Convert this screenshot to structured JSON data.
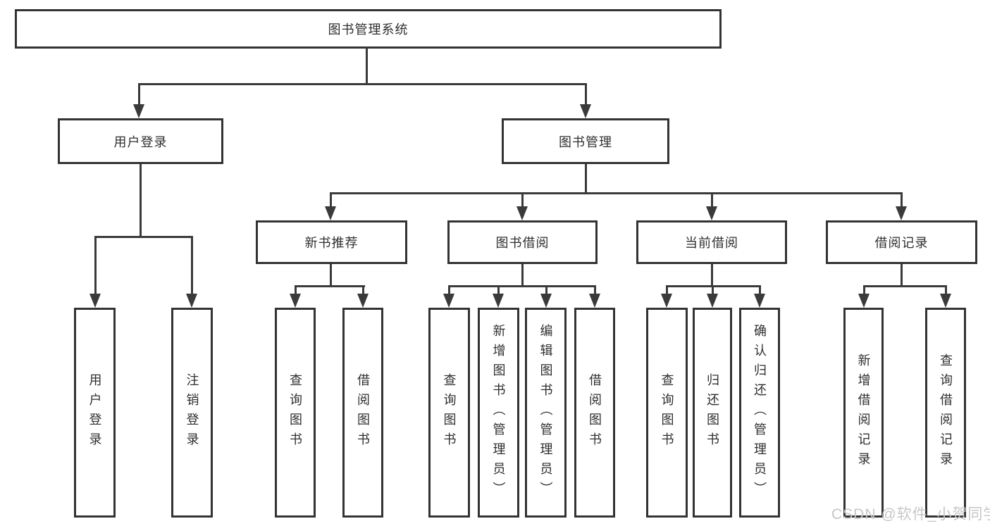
{
  "diagram": {
    "title": "图书管理系统",
    "level2": [
      {
        "label": "用户登录",
        "leaves": [
          "用户登录",
          "注销登录"
        ]
      },
      {
        "label": "图书管理",
        "groups": [
          {
            "label": "新书推荐",
            "leaves": [
              "查询图书",
              "借阅图书"
            ]
          },
          {
            "label": "图书借阅",
            "leaves": [
              "查询图书",
              "新增图书（管理员）",
              "编辑图书（管理员）",
              "借阅图书"
            ]
          },
          {
            "label": "当前借阅",
            "leaves": [
              "查询图书",
              "归还图书",
              "确认归还（管理员）"
            ]
          },
          {
            "label": "借阅记录",
            "leaves": [
              "新增借阅记录",
              "查询借阅记录"
            ]
          }
        ]
      }
    ]
  },
  "watermark": {
    "text": "CSDN @软件_小贺同学",
    "color": "#c9c6c6"
  },
  "colors": {
    "line": "#3a3a3a",
    "border": "#333333",
    "text": "#2f2f2f",
    "background": "#ffffff"
  }
}
